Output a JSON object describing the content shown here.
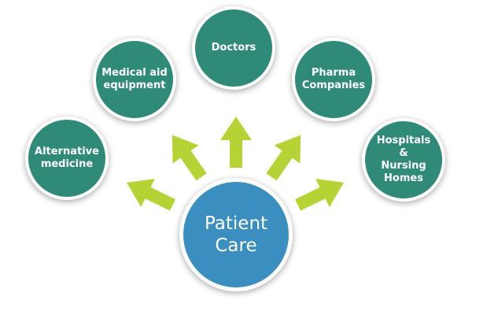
{
  "center": {
    "label": "Patient\nCare",
    "color": "#3a8fc0"
  },
  "nodes": [
    {
      "id": "alternative-medicine",
      "label": "Alternative\nmedicine"
    },
    {
      "id": "medical-aid-equipment",
      "label": "Medical aid\nequipment"
    },
    {
      "id": "doctors",
      "label": "Doctors"
    },
    {
      "id": "pharma-companies",
      "label": "Pharma\nCompanies"
    },
    {
      "id": "hospitals-nursing-homes",
      "label": "Hospitals\n&\nNursing\nHomes"
    }
  ],
  "colors": {
    "node": "#2f8a78",
    "arrow": "#b5d334"
  }
}
